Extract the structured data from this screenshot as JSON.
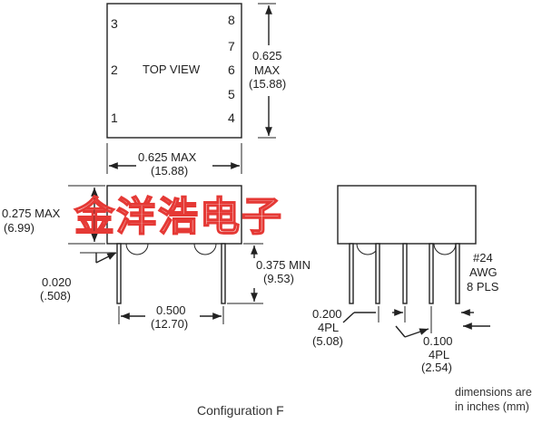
{
  "top_view": {
    "label": "TOP VIEW",
    "pins_left": [
      "3",
      "2",
      "1"
    ],
    "pins_right": [
      "8",
      "7",
      "6",
      "5",
      "4"
    ],
    "height_dim": "0.625",
    "height_max": "MAX",
    "height_mm": "(15.88)",
    "width_dim": "0.625 MAX",
    "width_mm": "(15.88)"
  },
  "side_view": {
    "body_height": "0.275 MAX",
    "body_height_mm": "(6.99)",
    "pin_offset": "0.020",
    "pin_offset_mm": "(.508)",
    "pin_length": "0.375 MIN",
    "pin_length_mm": "(9.53)",
    "pin_spacing": "0.500",
    "pin_spacing_mm": "(12.70)"
  },
  "end_view": {
    "wire_gauge": "#24",
    "wire_awg": "AWG",
    "wire_pls": "8 PLS",
    "row_spacing": "0.200",
    "row_spacing_count": "4PL",
    "row_spacing_mm": "(5.08)",
    "pitch": "0.100",
    "pitch_count": "4PL",
    "pitch_mm": "(2.54)"
  },
  "caption": "Configuration F",
  "units_note_line1": "dimensions are",
  "units_note_line2": "in inches (mm)",
  "watermark": "金洋浩电子",
  "colors": {
    "watermark": "#e53935",
    "lines": "#222222"
  }
}
